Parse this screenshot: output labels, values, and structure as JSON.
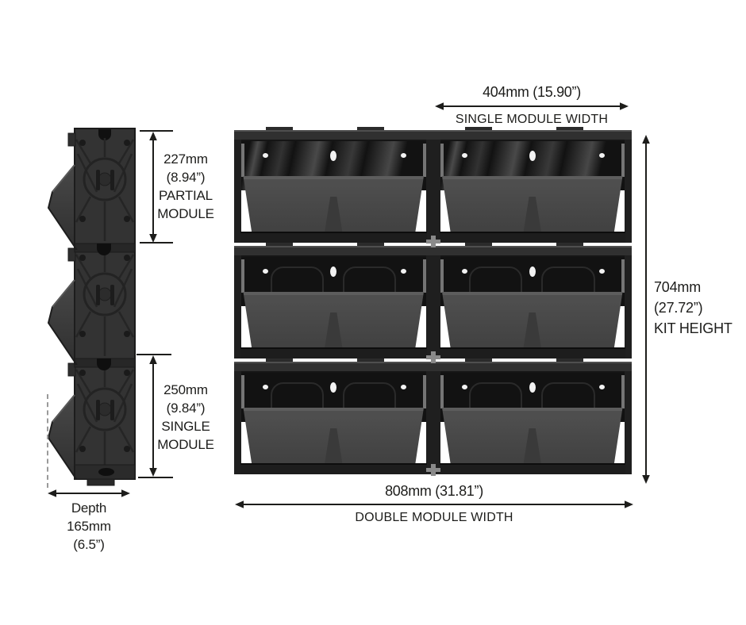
{
  "diagram": {
    "side_view": {
      "partial_module_dim": {
        "lines": [
          "227mm",
          "(8.94”)",
          "PARTIAL",
          "MODULE"
        ]
      },
      "single_module_dim": {
        "lines": [
          "250mm",
          "(9.84”)",
          "SINGLE",
          "MODULE"
        ]
      },
      "depth_dim": {
        "lines": [
          "Depth",
          "165mm",
          "(6.5”)"
        ]
      }
    },
    "front_view": {
      "single_module_width_dim": {
        "value": "404mm (15.90”)",
        "label": "SINGLE MODULE WIDTH"
      },
      "kit_height_dim": {
        "lines": [
          "704mm",
          "(27.72”)",
          "KIT HEIGHT"
        ]
      },
      "double_module_width_dim": {
        "value": "808mm (31.81”)",
        "label": "DOUBLE MODULE WIDTH"
      },
      "grid": {
        "rows": 3,
        "columns": 2
      }
    },
    "colors": {
      "background": "#ffffff",
      "dimension_line": "#1d1d1b",
      "module_rail": "#303030",
      "module_back_panel": "#121212",
      "module_trough": "#474747",
      "module_side_frame": "#1f1f1f",
      "side_profile_body": "#333333",
      "depth_reference_dash": "#9a9a9a"
    }
  }
}
